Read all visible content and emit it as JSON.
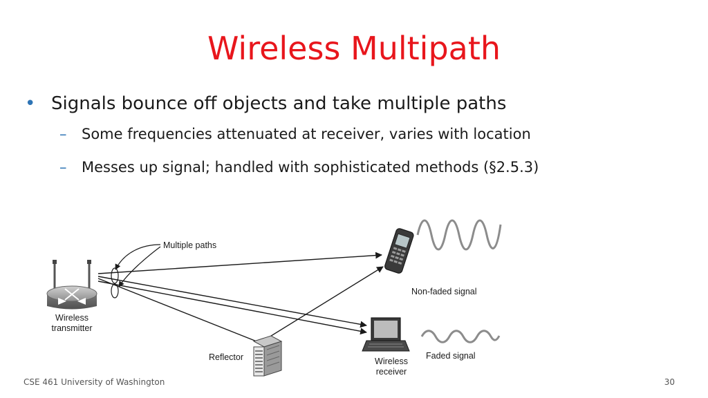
{
  "slide": {
    "title": "Wireless Multipath",
    "bullets": [
      {
        "text": "Signals bounce off objects and take multiple paths",
        "sub": [
          "Some frequencies attenuated at receiver, varies with location",
          "Messes up signal; handled with sophisticated methods (§2.5.3)"
        ]
      }
    ],
    "bullet_glyph": "•",
    "sub_bullet_glyph": "–"
  },
  "figure": {
    "labels": {
      "multiple_paths": "Multiple paths",
      "transmitter_line1": "Wireless",
      "transmitter_line2": "transmitter",
      "reflector": "Reflector",
      "non_faded": "Non-faded signal",
      "faded": "Faded signal",
      "receiver_line1": "Wireless",
      "receiver_line2": "receiver"
    }
  },
  "footer": {
    "course": "CSE 461 University of Washington",
    "page": "30"
  },
  "colors": {
    "title": "#e8161c",
    "bullet": "#2e74b5",
    "text": "#1a1a1a",
    "wave": "#8c8c8c"
  }
}
